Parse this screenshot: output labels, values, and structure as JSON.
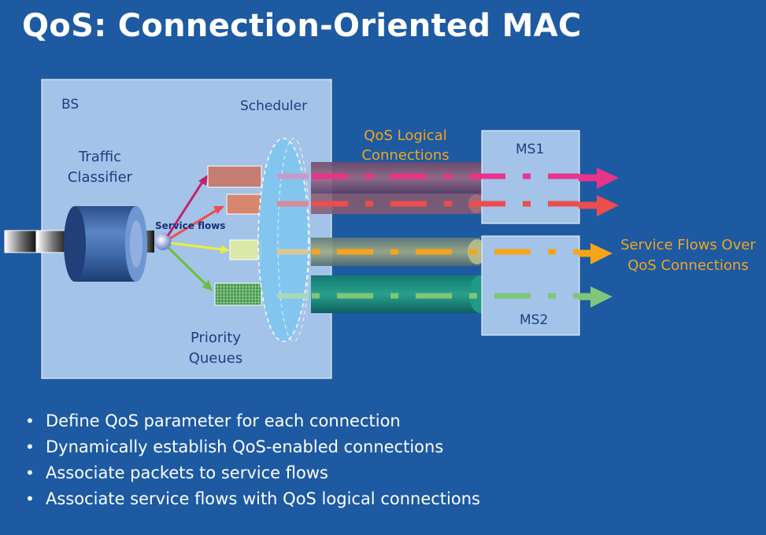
{
  "title": "QoS: Connection-Oriented MAC",
  "diagram": {
    "bs_label": "BS",
    "traffic_classifier_label_line1": "Traffic",
    "traffic_classifier_label_line2": "Classifier",
    "scheduler_label": "Scheduler",
    "service_flows_label": "Service flows",
    "priority_queues_label_line1": "Priority",
    "priority_queues_label_line2": "Queues",
    "qos_logical_connections_line1": "QoS Logical",
    "qos_logical_connections_line2": "Connections",
    "ms1_label": "MS1",
    "ms2_label": "MS2",
    "service_flows_over_line1": "Service Flows Over",
    "service_flows_over_line2": "QoS Connections",
    "flow_colors": {
      "pink": "#e8348a",
      "red": "#ec4d4d",
      "yellow": "#f6a41a",
      "green": "#7fc67a"
    }
  },
  "bullets": [
    "Define QoS parameter for each connection",
    "Dynamically establish QoS-enabled connections",
    "Associate packets to service flows",
    "Associate service flows with QoS logical connections"
  ]
}
